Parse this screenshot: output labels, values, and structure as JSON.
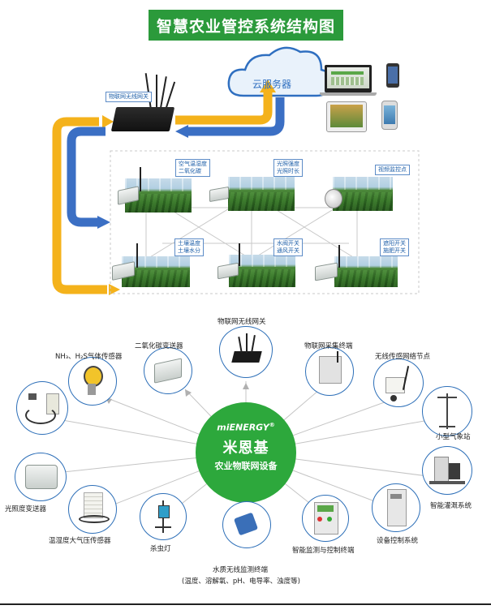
{
  "title": "智慧农业管控系统结构图",
  "top": {
    "gateway_label": "物联网无线网关",
    "cloud_label": "云服务器",
    "fields": [
      {
        "label_line1": "空气温湿度",
        "label_line2": "二氧化碳"
      },
      {
        "label_line1": "光照强度",
        "label_line2": "光照时长"
      },
      {
        "label_line1": "视频监控点",
        "label_line2": ""
      },
      {
        "label_line1": "土壤温度",
        "label_line2": "土壤水分"
      },
      {
        "label_line1": "水阀开关",
        "label_line2": "通风开关"
      },
      {
        "label_line1": "遮阳开关",
        "label_line2": "施肥开关"
      }
    ]
  },
  "hub": {
    "brand": "miENERGY",
    "brand_mark": "®",
    "name_cn": "米恩基",
    "subtitle": "农业物联网设备"
  },
  "devices": [
    {
      "name": "物联网无线网关",
      "icon": "router-icon"
    },
    {
      "name": "二氧化碳变送器",
      "icon": "sensor-box-icon"
    },
    {
      "name": "NH₃、H₂S气体传感器",
      "icon": "gas-sensor-icon"
    },
    {
      "name": "物联网采集终端",
      "icon": "collector-icon"
    },
    {
      "name": "无线传感网络节点",
      "icon": "wireless-node-icon"
    },
    {
      "name": "小型气象站",
      "icon": "weather-station-icon"
    },
    {
      "name": "智能灌溉系统",
      "icon": "irrigation-icon"
    },
    {
      "name": "设备控制系统",
      "icon": "control-cabinet-icon"
    },
    {
      "name": "智能监测与控制终端",
      "icon": "monitor-terminal-icon"
    },
    {
      "name": "水质无线监测终端",
      "icon": "water-probe-icon"
    },
    {
      "name": "(温度、溶解氧、pH、电导率、浊度等)",
      "icon": ""
    },
    {
      "name": "杀虫灯",
      "icon": "insect-lamp-icon"
    },
    {
      "name": "温湿度大气压传感器",
      "icon": "shelter-icon"
    },
    {
      "name": "光照度变送器",
      "icon": "light-sensor-icon"
    },
    {
      "name": "",
      "icon": "soil-probe-icon"
    }
  ],
  "colors": {
    "green": "#2b9a3b",
    "blue": "#3b6fc4",
    "yellow": "#f4b21b"
  }
}
